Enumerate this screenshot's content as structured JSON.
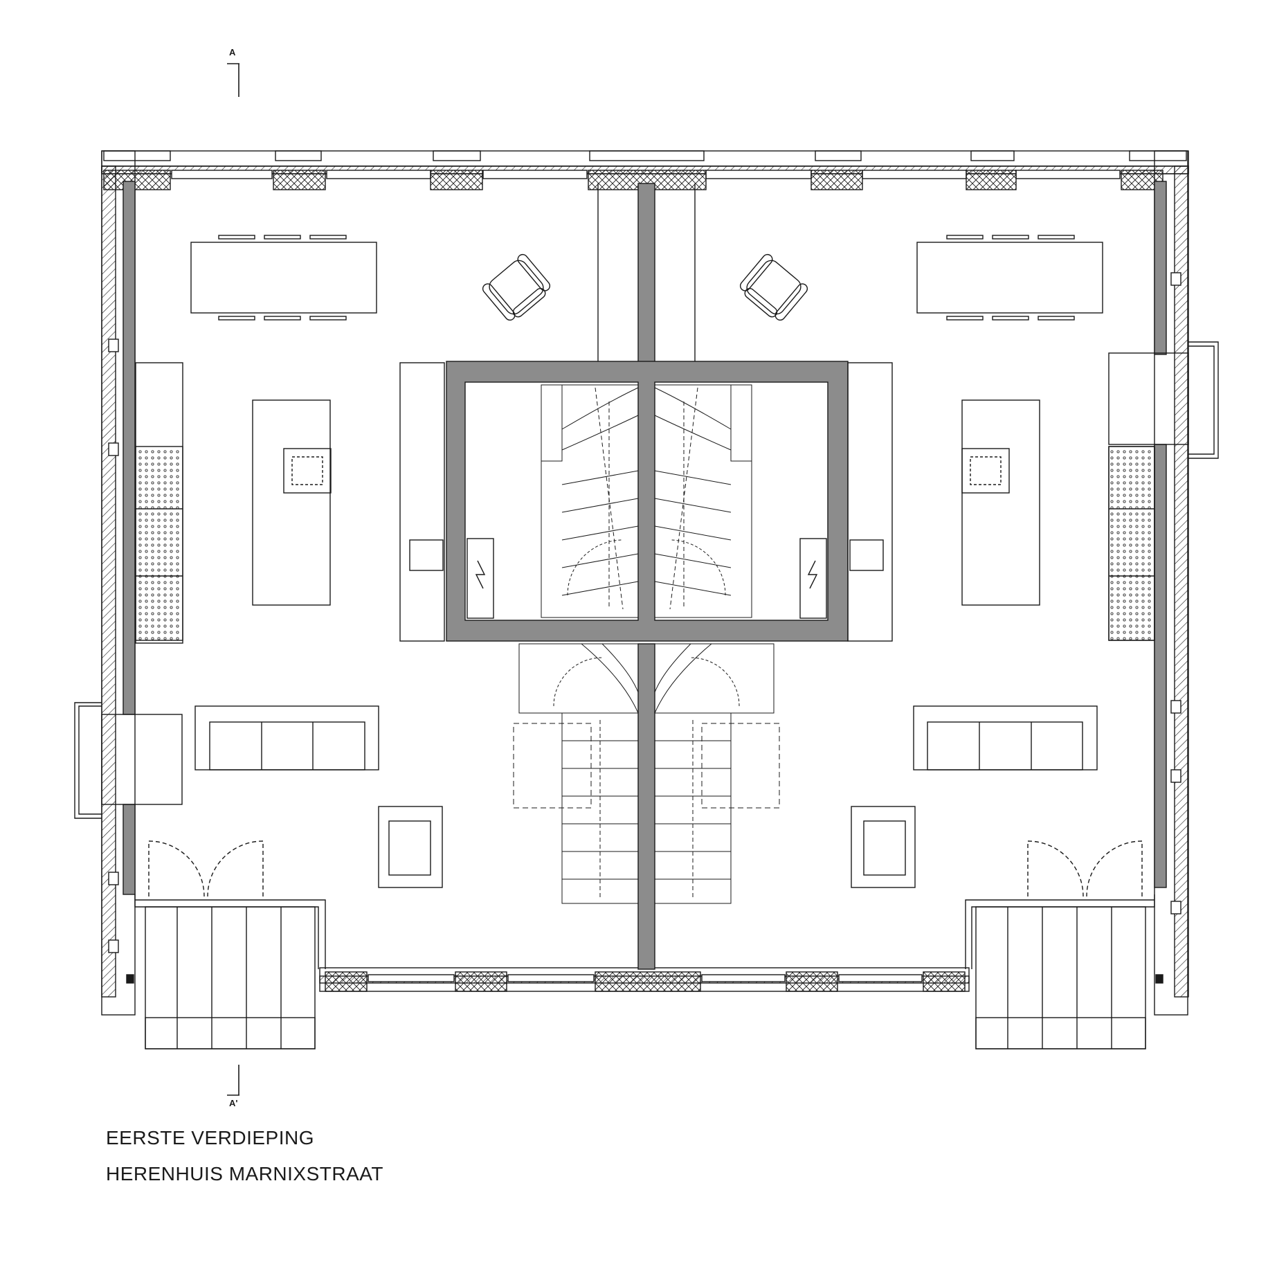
{
  "drawing": {
    "title": "EERSTE VERDIEPING",
    "subtitle": "HERENHUIS MARNIXSTRAAT",
    "section_marker_top": "A",
    "section_marker_bottom": "A'"
  },
  "colors": {
    "line": "#1a1a1a",
    "wall_fill": "#8c8c8c",
    "background": "#ffffff"
  }
}
